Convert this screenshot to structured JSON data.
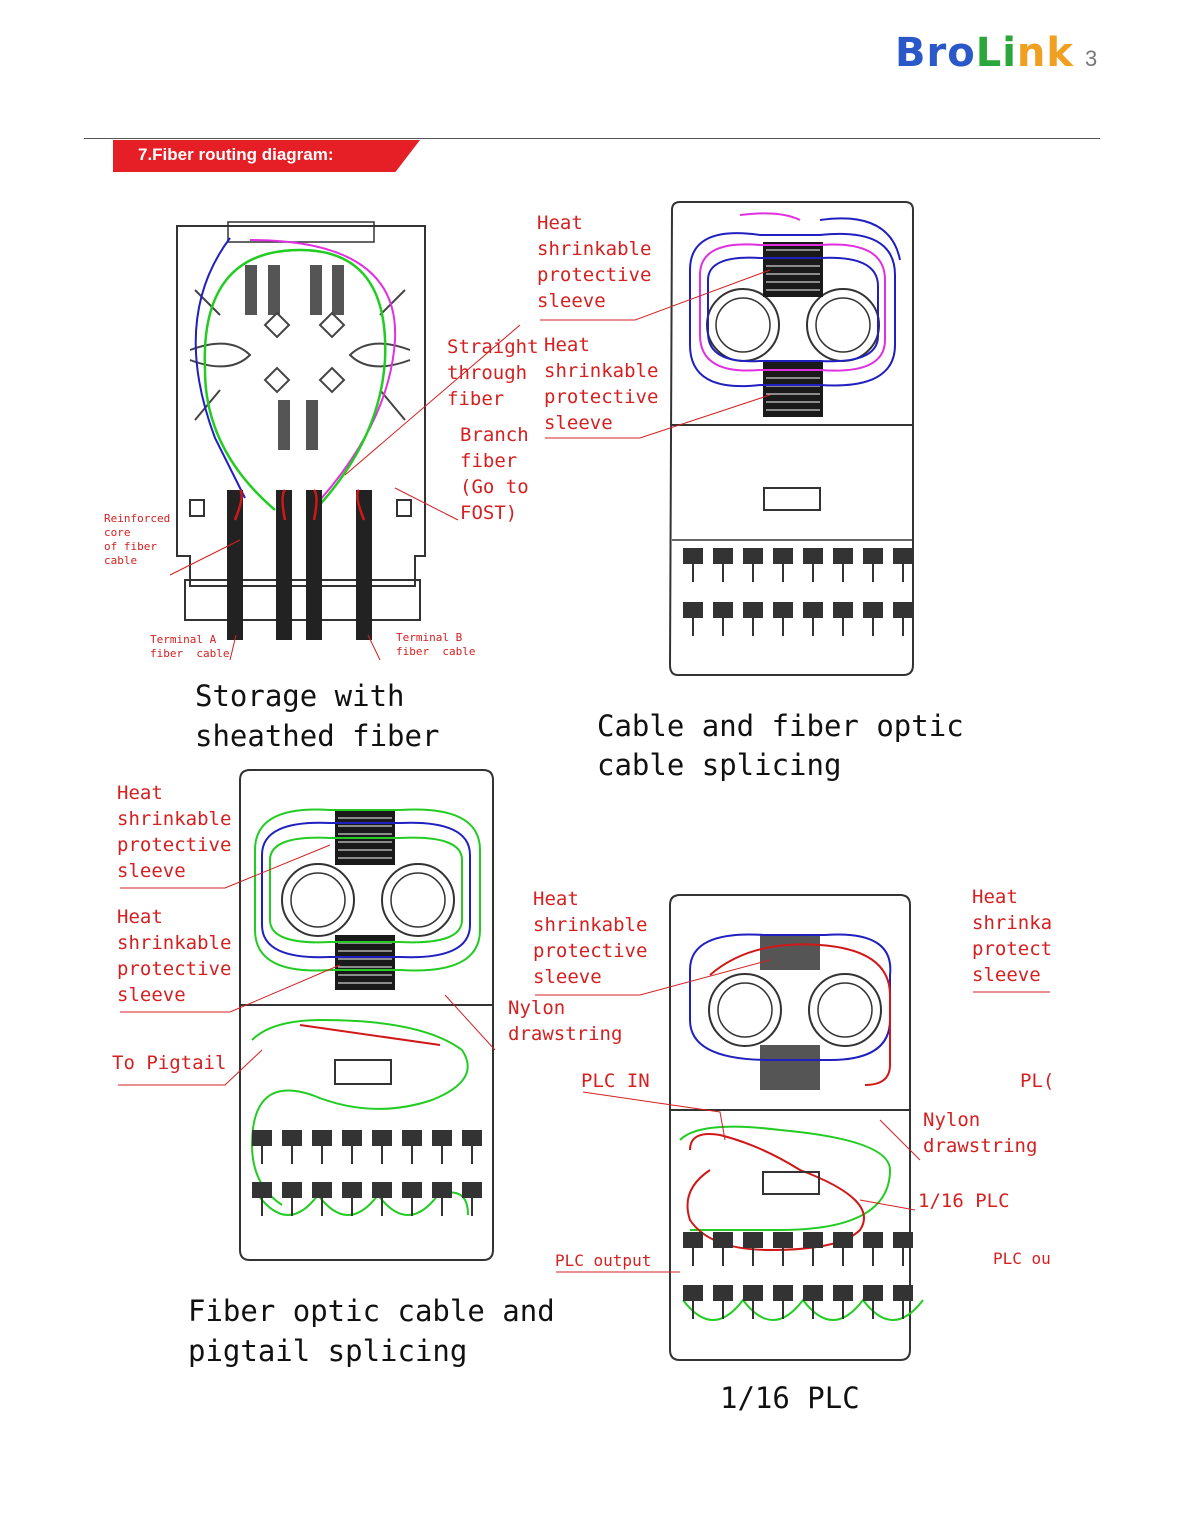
{
  "header": {
    "logo_part1": "Bro",
    "logo_part2": "Li",
    "logo_part3": "nk",
    "page_number": "3"
  },
  "section": {
    "title": "7.Fiber routing diagram:"
  },
  "diagram1": {
    "caption_line1": "Storage with",
    "caption_line2": "sheathed fiber",
    "label_straight": "Straight\nthrough\nfiber",
    "label_branch": "Branch\nfiber\n(Go to\nFOST)",
    "label_reinforced": "Reinforced\ncore\nof fiber\ncable",
    "label_terminal_a": "Terminal A\nfiber  cable",
    "label_terminal_b": "Terminal B\nfiber  cable"
  },
  "diagram2": {
    "caption_line1": "Cable and fiber optic",
    "caption_line2": "cable splicing",
    "label_heat_top": "Heat\nshrinkable\nprotective\nsleeve",
    "label_heat_bottom": "Heat\nshrinkable\nprotective\nsleeve"
  },
  "diagram3": {
    "caption_line1": "Fiber optic cable and",
    "caption_line2": "pigtail splicing",
    "label_heat_top": "Heat\nshrinkable\nprotective\nsleeve",
    "label_heat_bottom": "Heat\nshrinkable\nprotective\nsleeve",
    "label_pigtail": "To Pigtail",
    "label_nylon": "Nylon\ndrawstring"
  },
  "diagram4": {
    "caption": "1/16 PLC",
    "label_heat": "Heat\nshrinkable\nprotective\nsleeve",
    "label_plc_in": "PLC IN",
    "label_nylon": "Nylon\ndrawstring",
    "label_plc": "1/16 PLC",
    "label_plc_output": "PLC output",
    "label_heat_right": "Heat\nshrinka\nprotect\nsleeve",
    "label_plc_right": "PL(",
    "label_plc_out_right": "PLC ou"
  },
  "colors": {
    "accent_red": "#e61e25",
    "label_red": "#d42020",
    "fiber_green": "#22cc22",
    "fiber_blue": "#2020c0",
    "fiber_magenta": "#e030e0",
    "fiber_red": "#d01818"
  }
}
